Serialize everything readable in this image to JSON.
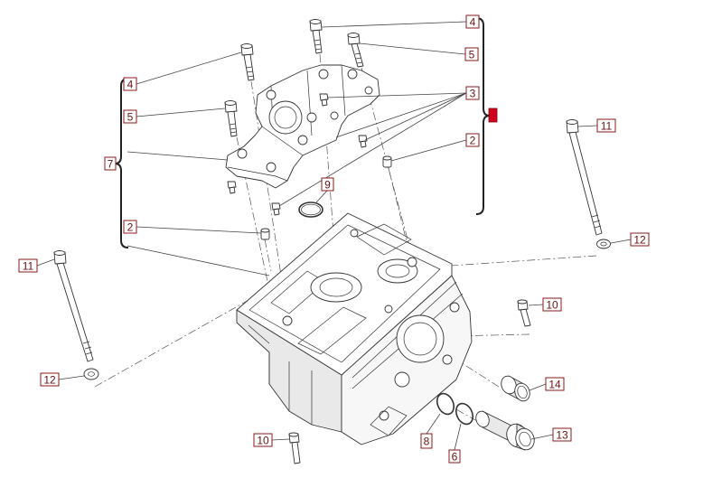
{
  "callouts": [
    "4",
    "5",
    "3",
    "2",
    "4",
    "5",
    "7",
    "9",
    "2",
    "11",
    "12",
    "11",
    "10",
    "12",
    "14",
    "13",
    "8",
    "6",
    "10"
  ],
  "colors": {
    "line": "#333333",
    "label_border": "#8b1a1a",
    "label_text": "#6b1010",
    "highlight": "#d0021b"
  }
}
